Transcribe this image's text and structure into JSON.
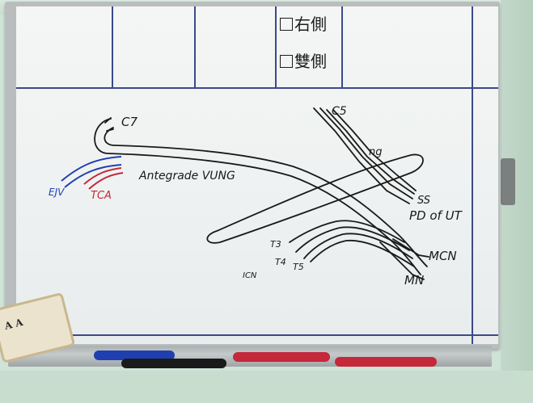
{
  "form": {
    "checkbox_right": "右側",
    "checkbox_both": "雙側"
  },
  "diagram": {
    "labels": {
      "c7": "C7",
      "c5": "C5",
      "ng": "ng",
      "ss": "SS",
      "pd": "PD of UT",
      "mcn": "MCN",
      "mn": "MN",
      "t3": "T3",
      "t4": "T4",
      "t5": "T5",
      "icn": "ICN",
      "ejv": "EJV",
      "tca": "TCA",
      "antegrade": "Antegrade VUNG"
    },
    "colors": {
      "ink_black": "#1a1a1a",
      "ink_blue": "#1f3fb0",
      "ink_red": "#c4283a"
    }
  },
  "sign": {
    "text": "A A"
  },
  "markers": [
    {
      "color": "#1f3fb0"
    },
    {
      "color": "#1a1a1a"
    },
    {
      "color": "#c4283a"
    },
    {
      "color": "#c4283a"
    }
  ]
}
